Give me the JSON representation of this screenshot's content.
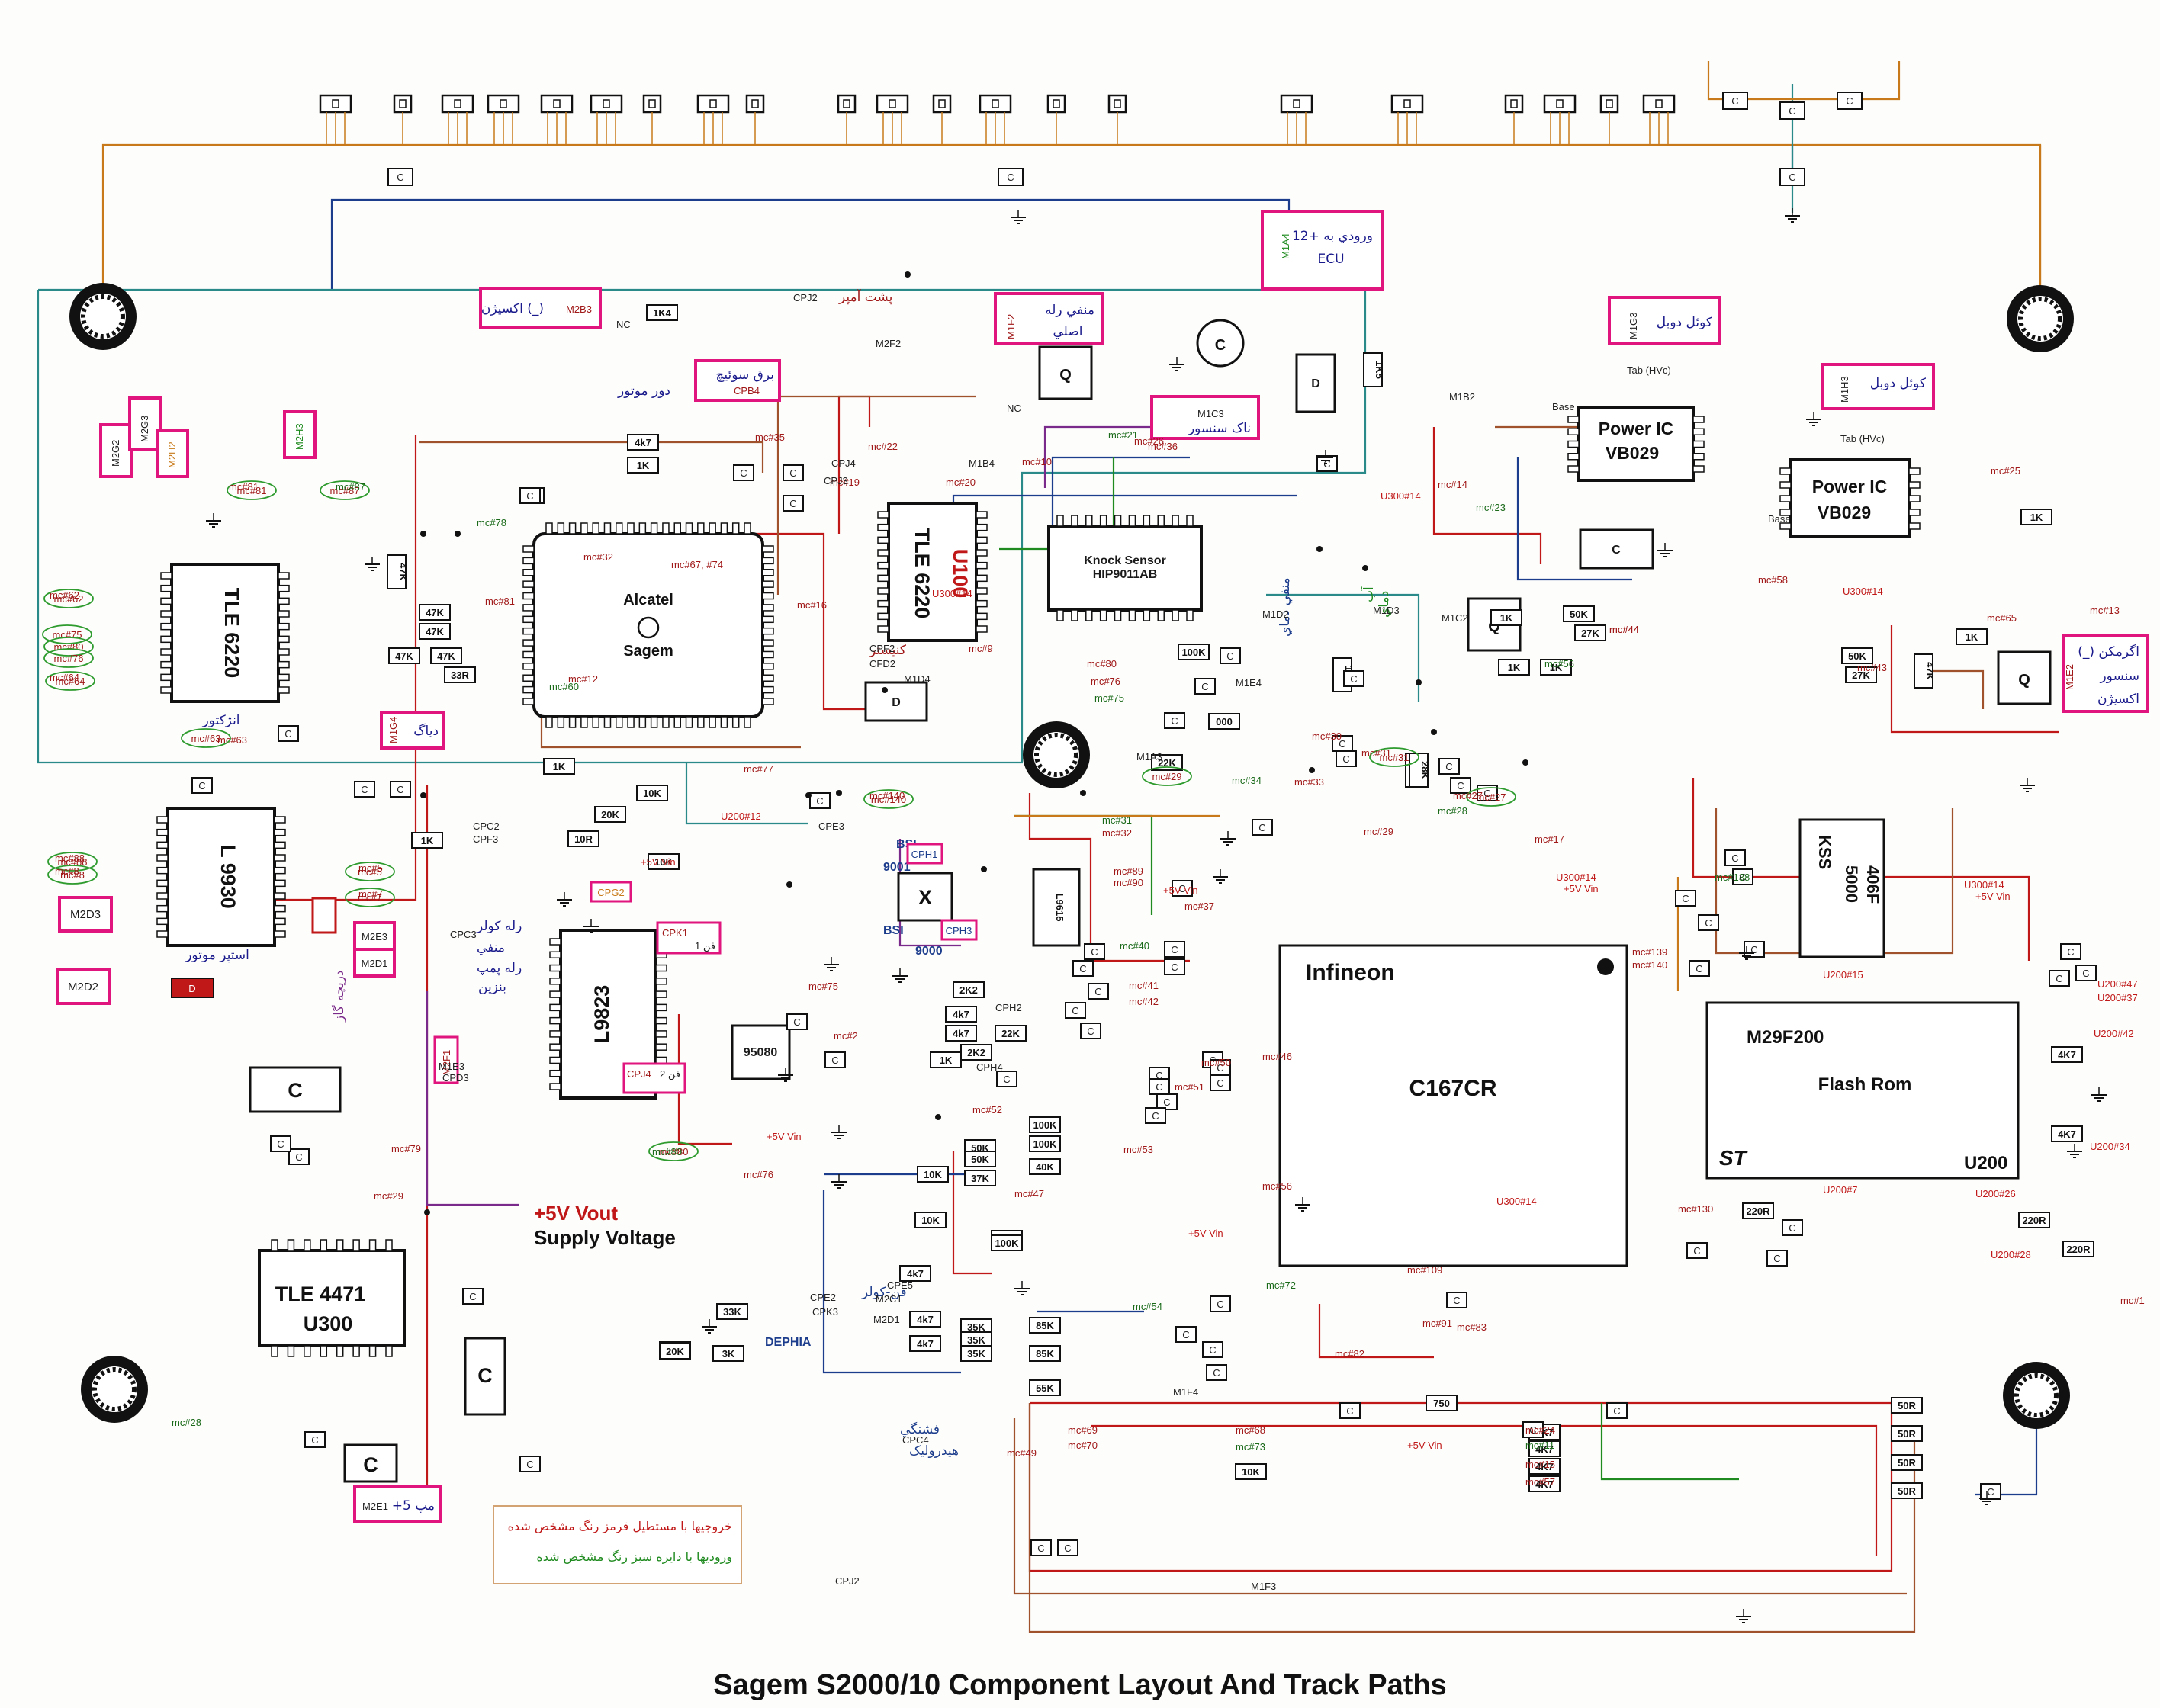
{
  "title": "Sagem S2000/10 Component Layout And Track Paths",
  "colors": {
    "pink_box": "#e0157d",
    "green_circle": "#2e9b2e",
    "trace_red": "#c01818",
    "trace_brown": "#a0522d",
    "trace_blue": "#1c3c8c",
    "trace_green": "#1f8a1f",
    "trace_purple": "#7a2a8a",
    "trace_teal": "#2a8a8a",
    "trace_orange": "#c87a1a"
  },
  "chips": {
    "alcatel": {
      "line1": "Alcatel",
      "line2": "Sagem"
    },
    "tle6220_left": {
      "label": "TLE 6220",
      "caption": "انژکتور"
    },
    "tle6220_mid": {
      "label": "TLE 6220",
      "code": "U100"
    },
    "knock": {
      "line1": "Knock Sensor",
      "line2": "HIP9011AB"
    },
    "l9930": {
      "label": "L 9930",
      "caption": "استپر موتور"
    },
    "l9823": {
      "label": "L9823"
    },
    "chip95080": {
      "label": "95080"
    },
    "l9615": {
      "label": "L9615"
    },
    "infineon": {
      "line1": "Infineon",
      "line2": "C167CR"
    },
    "flash": {
      "line1": "M29F200",
      "line2": "Flash Rom",
      "brand": "ST",
      "ref": "U200"
    },
    "tle4471": {
      "line1": "TLE 4471",
      "line2": "U300"
    },
    "vb029_a": {
      "line1": "Power IC",
      "line2": "VB029"
    },
    "vb029_b": {
      "line1": "Power IC",
      "line2": "VB029"
    },
    "kss": {
      "line1": "KSS",
      "line2": "5000",
      "line3": "406F"
    },
    "supply": {
      "line1": "+5V Vout",
      "line2": "Supply Voltage"
    },
    "bsi_x": {
      "label": "X",
      "top": "BSI",
      "top2": "9001",
      "bot": "BSI",
      "bot2": "9000"
    }
  },
  "pink_labels": [
    {
      "text": "12+ ورودي به",
      "sub": "ECU",
      "code": "M1A4"
    },
    {
      "text": "اکسیژن (_)",
      "code": "M2B3"
    },
    {
      "text": "منفي رله",
      "sub": "اصلي",
      "code": "M1F2"
    },
    {
      "text": "برق سوئیچ",
      "code": "CPB4"
    },
    {
      "text": "ناک سنسور",
      "code": "M1C3"
    },
    {
      "text": "کوئل دوبل",
      "code": "M1G3"
    },
    {
      "text": "کوئل دوبل",
      "code": "M1H3"
    },
    {
      "text": "(_) اگرمکن",
      "sub": "سنسور",
      "sub2": "اکسیژن",
      "code": "M1E2"
    },
    {
      "text": "دیاگ",
      "code": "M1G4"
    },
    {
      "text": "M2D3"
    },
    {
      "text": "M2E3"
    },
    {
      "text": "M2D1"
    },
    {
      "text": "M2D2"
    },
    {
      "text": "+5 مپ",
      "code": "M2E1"
    },
    {
      "text": "M2G2"
    },
    {
      "text": "M2G3"
    },
    {
      "text": "M2H2"
    },
    {
      "text": "M2H3"
    },
    {
      "text": "M2F1"
    },
    {
      "text": "CPG2"
    },
    {
      "text": "CPK1",
      "sub": "فن 1"
    },
    {
      "text": "CPJ4",
      "sub": "فن 2"
    },
    {
      "text": "CPH1"
    },
    {
      "text": "CPH3"
    }
  ],
  "persian_notes": {
    "dor_motor": "دور موتور",
    "posht_amper": "پشت آمپر",
    "kanister": "کنیستر",
    "rele_pomp": "رله پمپ",
    "benzin": "بنزین",
    "rele_koler": "رله کولر",
    "manfi": "منفي",
    "daricheh_gaz": "دریچه گاز",
    "ab": "آب",
    "dama_ab": "دماي",
    "fan_koler": "فن-کولر",
    "feshangi": "فشنگي",
    "hidrolik": "هیدرولیک",
    "dephia": "DEPHIA",
    "manfi_dah": "منفي دماي",
    "legend_red": "خروجیها با مستطیل قرمز رنگ مشخص شده",
    "legend_green": "ورودیها با دایره سبز رنگ مشخص شده"
  },
  "resistors": [
    "1K4",
    "4k7",
    "1K",
    "1K",
    "47K",
    "47K",
    "47K",
    "47K",
    "47K",
    "33R",
    "1K",
    "10K",
    "20K",
    "10R",
    "10K",
    "2K2",
    "4k7",
    "4k7",
    "1K",
    "22K",
    "2K2",
    "33K",
    "10K",
    "100K",
    "100K",
    "100K",
    "50K",
    "50K",
    "37K",
    "10K",
    "40K",
    "100K",
    "4k7",
    "4k7",
    "4k7",
    "85K",
    "35K",
    "35K",
    "35K",
    "85K",
    "55K",
    "10K",
    "20K",
    "3K",
    "20K",
    "750",
    "1K",
    "27K",
    "50K",
    "1K",
    "1K",
    "50K",
    "27K",
    "1K",
    "47K",
    "220R",
    "220R",
    "220R",
    "50R",
    "50R",
    "50R",
    "50R",
    "4K7",
    "4K7",
    "4K7",
    "4K7",
    "4K7",
    "4K7",
    "1K5",
    "100K",
    "22K",
    "22K",
    "28K",
    "000",
    "15K",
    "1K"
  ],
  "mc_red": [
    "mc#62",
    "mc#64",
    "mc#81",
    "mc#87",
    "mc#88",
    "mc#8",
    "mc#5",
    "mc#7",
    "mc#78",
    "mc#32",
    "mc#67, #74",
    "mc#81",
    "mc#12",
    "mc#60",
    "mc#19",
    "mc#20",
    "mc#10",
    "mc#9",
    "mc#75",
    "mc#76",
    "mc#80",
    "mc#77",
    "mc#140",
    "mc#31",
    "mc#32",
    "mc#89",
    "mc#90",
    "mc#37",
    "mc#40",
    "mc#41",
    "mc#42",
    "mc#75",
    "mc#2",
    "mc#80",
    "mc#76",
    "mc#52",
    "mc#53",
    "mc#47",
    "mc#54",
    "mc#49",
    "mc#69",
    "mc#70",
    "mc#68",
    "mc#73",
    "mc#50",
    "mc#51",
    "mc#46",
    "mc#56",
    "mc#72",
    "mc#82",
    "mc#91",
    "mc#83",
    "mc#24",
    "mc#11",
    "mc#15",
    "mc#57",
    "mc#139",
    "mc#140",
    "mc#138",
    "mc#109",
    "mc#130",
    "mc#1",
    "mc#14",
    "mc#23",
    "mc#58",
    "mc#25",
    "mc#13",
    "mc#65",
    "mc#56",
    "mc#44",
    "mc#43",
    "mc#44",
    "mc#17",
    "mc#28",
    "mc#27",
    "mc#30",
    "mc#31",
    "mc#33",
    "mc#34",
    "mc#29",
    "mc#35",
    "mc#22",
    "mc#16",
    "mc#21",
    "mc#26",
    "mc#36",
    "mc#63",
    "mc#79",
    "mc#28",
    "mc#29"
  ],
  "u_refs": [
    "U200#12",
    "U300#14",
    "U300#14",
    "U300#14",
    "U300#14",
    "U300#14",
    "U200#15",
    "U200#47",
    "U200#37",
    "U200#42",
    "U200#34",
    "U200#7",
    "U200#26",
    "U200#28",
    "U300#14"
  ],
  "vin_labels": [
    "+5V Vin",
    "+5V Vin",
    "+5V Vin",
    "+5V Vin",
    "+5V Vin",
    "+5V Vin",
    "+5V Vin"
  ],
  "small_codes": [
    "Base",
    "Base",
    "Tab (HVc)",
    "Tab (HVc)",
    "NC",
    "NC",
    "CPJ2",
    "CPF2",
    "CFD2",
    "M1D4",
    "M2F2",
    "CPC2",
    "CPF3",
    "CPE3",
    "CPC3",
    "CPD3",
    "CPE2",
    "CPK3",
    "M2D1",
    "CPC4",
    "CPE5",
    "M1E3",
    "M2C1",
    "M1A3",
    "M1E4",
    "M1D2",
    "M1D3",
    "M1C2",
    "M1B2",
    "M1B4",
    "CPJ4",
    "CPJ3",
    "CPJ2",
    "M1F4",
    "M1F3",
    "CPH2",
    "CPH4"
  ]
}
